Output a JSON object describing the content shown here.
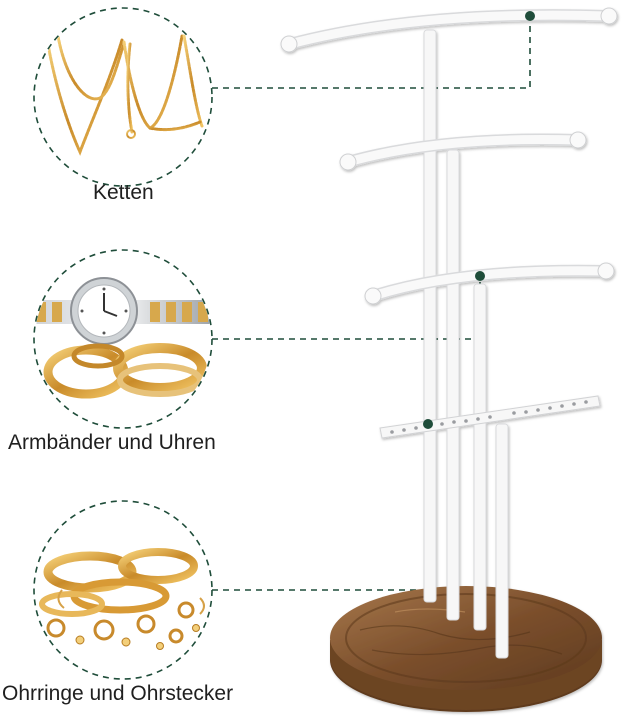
{
  "callouts": [
    {
      "label": "Ketten",
      "icon": "necklace-chain-icon"
    },
    {
      "label": "Armbänder und Uhren",
      "icon": "bracelets-watch-icon"
    },
    {
      "label": "Ohrringe und Ohrstecker",
      "icon": "earrings-studs-icon"
    }
  ],
  "product": {
    "icon": "jewelry-stand-icon"
  },
  "colors": {
    "accent": "#1f4d3a",
    "stand": "#f7f7f7",
    "wood": "#8a5a34",
    "gold": "#d9a441"
  }
}
